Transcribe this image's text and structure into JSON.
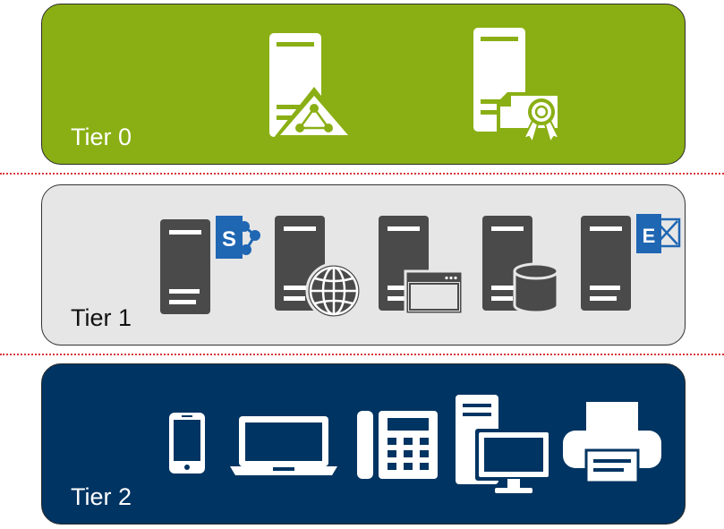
{
  "tiers": [
    {
      "label": "Tier 0",
      "color": "#8aaf14",
      "icons": [
        "server-network-triangle-icon",
        "server-certificate-icon"
      ]
    },
    {
      "label": "Tier 1",
      "color": "#e6e6e6",
      "icons": [
        "sharepoint-server-icon",
        "web-server-icon",
        "application-server-icon",
        "database-server-icon",
        "exchange-server-icon"
      ]
    },
    {
      "label": "Tier 2",
      "color": "#003462",
      "icons": [
        "smartphone-icon",
        "laptop-icon",
        "desk-phone-icon",
        "desktop-computer-icon",
        "printer-icon"
      ]
    }
  ],
  "badges": {
    "sharepoint": "S",
    "exchange": "E"
  },
  "colors": {
    "separator": "#d9353b",
    "sharepoint": "#1f66b3",
    "exchange": "#1f66b3",
    "server_dark": "#4a4a4a"
  }
}
